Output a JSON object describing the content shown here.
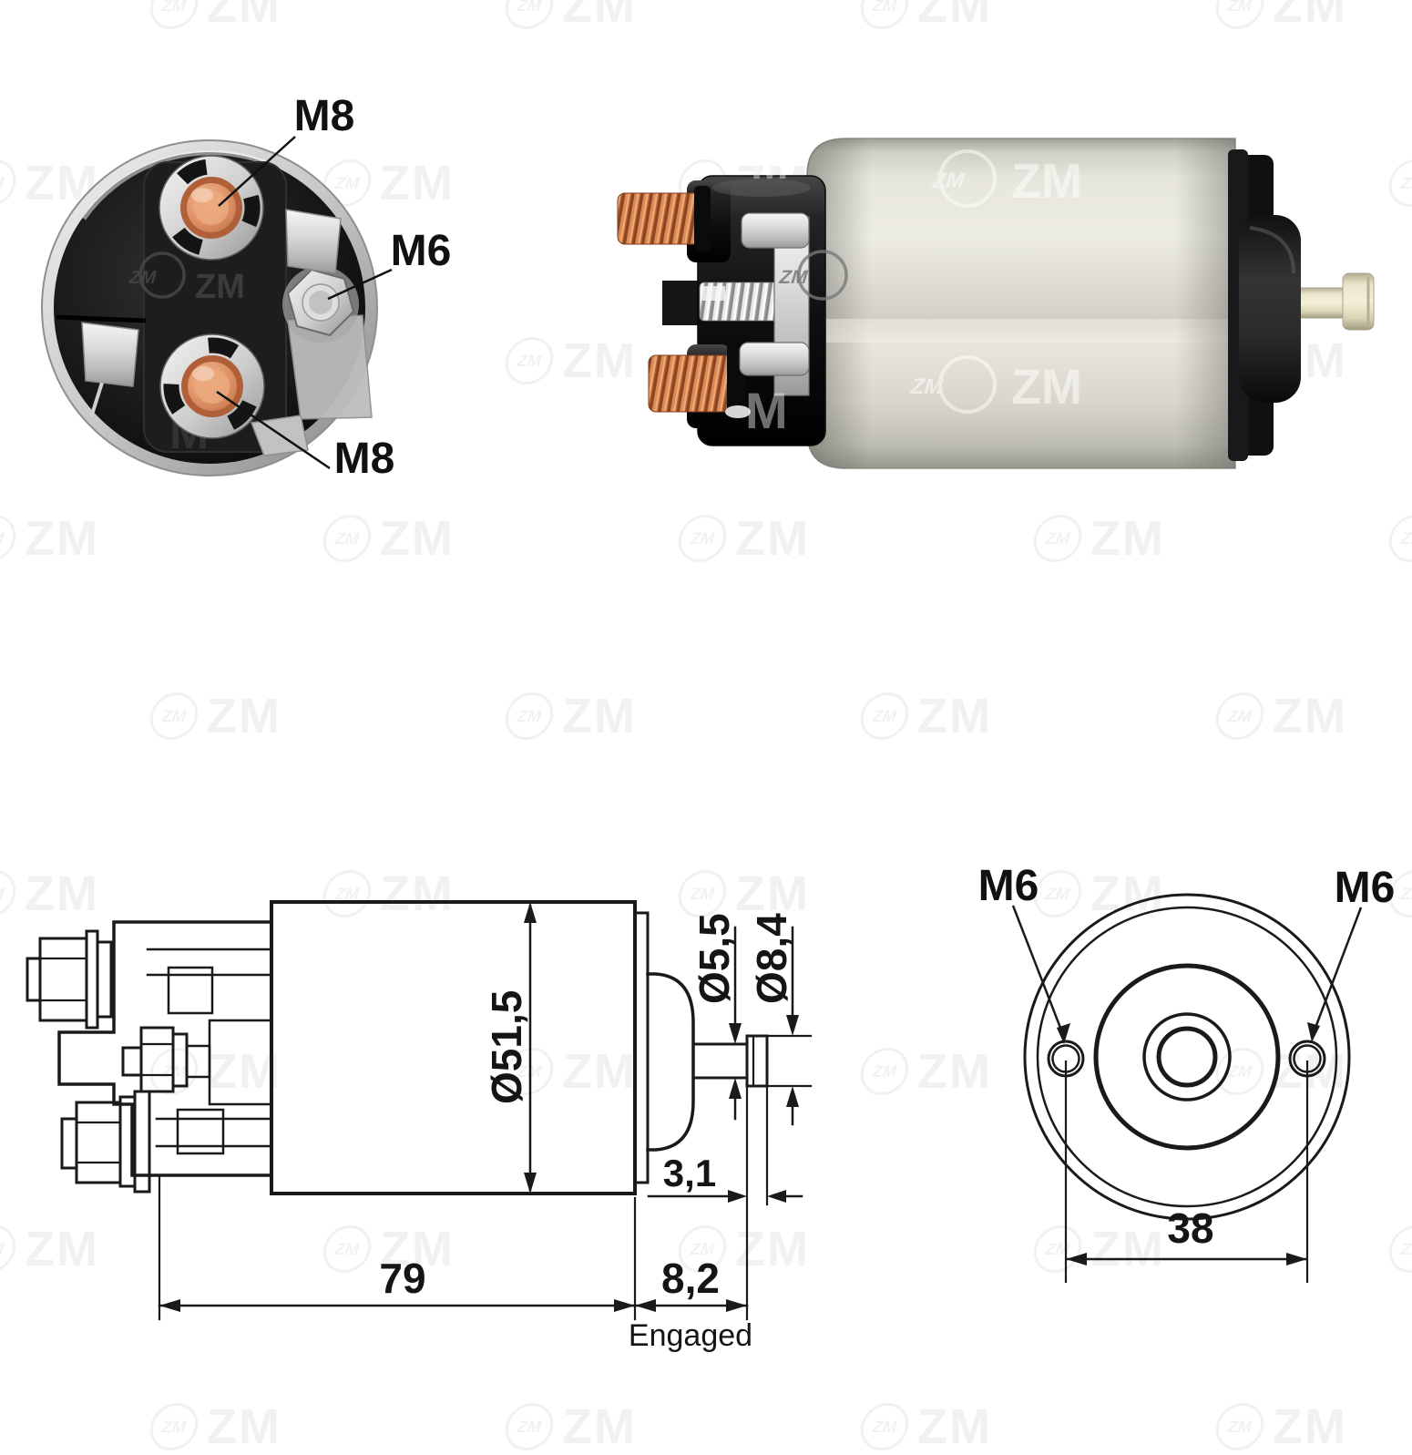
{
  "watermark": {
    "logo_text": "ZM",
    "brand_text": "ZM",
    "partial_text": "M"
  },
  "end_view_photo": {
    "label_m8_top": "M8",
    "label_m6": "M6",
    "label_m8_bottom": "M8"
  },
  "side_drawing": {
    "dim_body_diameter": "Ø51,5",
    "dim_shaft_diameter": "Ø5,5",
    "dim_head_diameter": "Ø8,4",
    "dim_head_thickness": "3,1",
    "dim_body_length": "79",
    "dim_travel": "8,2",
    "label_engaged": "Engaged"
  },
  "end_drawing": {
    "label_m6_left": "M6",
    "label_m6_right": "M6",
    "dim_hole_spacing": "38"
  }
}
